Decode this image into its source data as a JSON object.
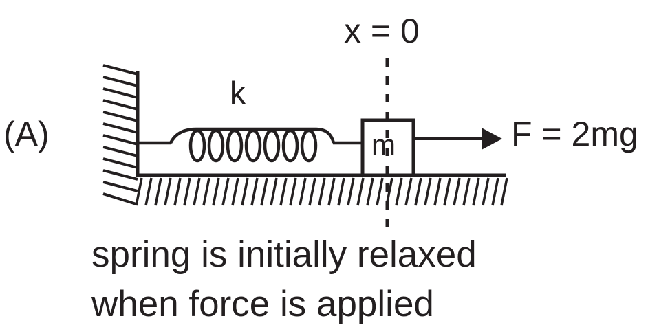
{
  "diagram": {
    "panel_label": "(A)",
    "position_label": "x = 0",
    "spring_label": "k",
    "mass_label": "m",
    "force_label": "F = 2mg",
    "caption": {
      "line1": "spring is initially relaxed",
      "line2": "when force is applied"
    },
    "colors": {
      "ink": "#231f20",
      "background": "#ffffff"
    }
  }
}
